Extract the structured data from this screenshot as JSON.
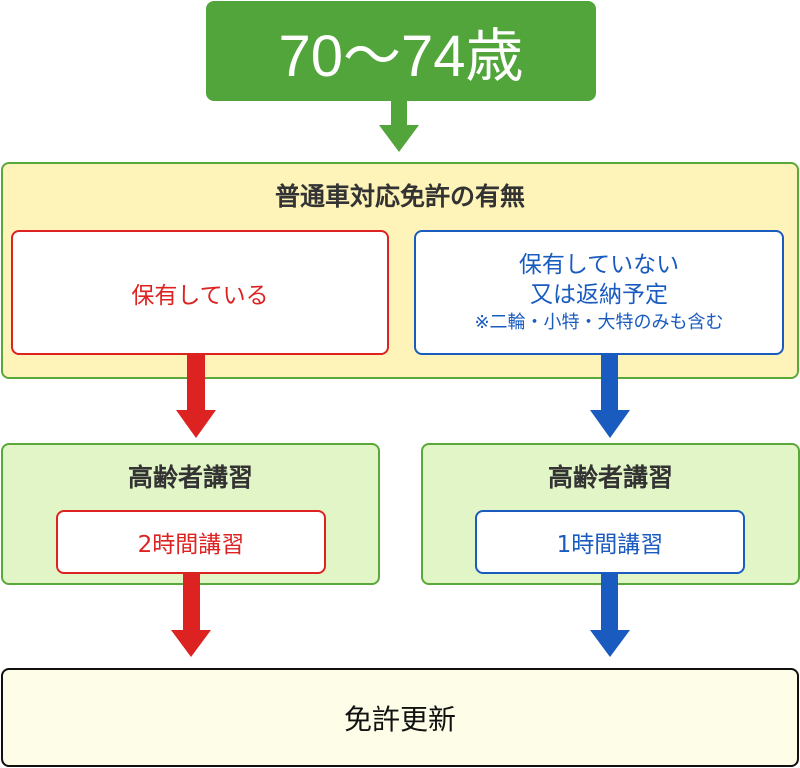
{
  "colors": {
    "green": "#52a53a",
    "red": "#dd2222",
    "blue": "#1a5bbf",
    "panel_yellow": "#fef3b8",
    "panel_green": "#e2f5c6",
    "renewal_bg": "#fdfde8"
  },
  "age": {
    "label": "70〜74歳"
  },
  "license": {
    "title": "普通車対応免許の有無",
    "has": {
      "label": "保有している"
    },
    "not_has": {
      "line1": "保有していない",
      "line2": "又は返納予定",
      "note": "※二輪・小特・大特のみも含む"
    }
  },
  "lectures": {
    "left": {
      "title": "高齢者講習",
      "course": "2時間講習"
    },
    "right": {
      "title": "高齢者講習",
      "course": "1時間講習"
    }
  },
  "renewal": {
    "label": "免許更新"
  },
  "arrows": [
    {
      "name": "age-to-license",
      "color": "green"
    },
    {
      "name": "has-to-lecture",
      "color": "red"
    },
    {
      "name": "not-has-to-lecture",
      "color": "blue"
    },
    {
      "name": "2h-to-renewal",
      "color": "red"
    },
    {
      "name": "1h-to-renewal",
      "color": "blue"
    }
  ]
}
